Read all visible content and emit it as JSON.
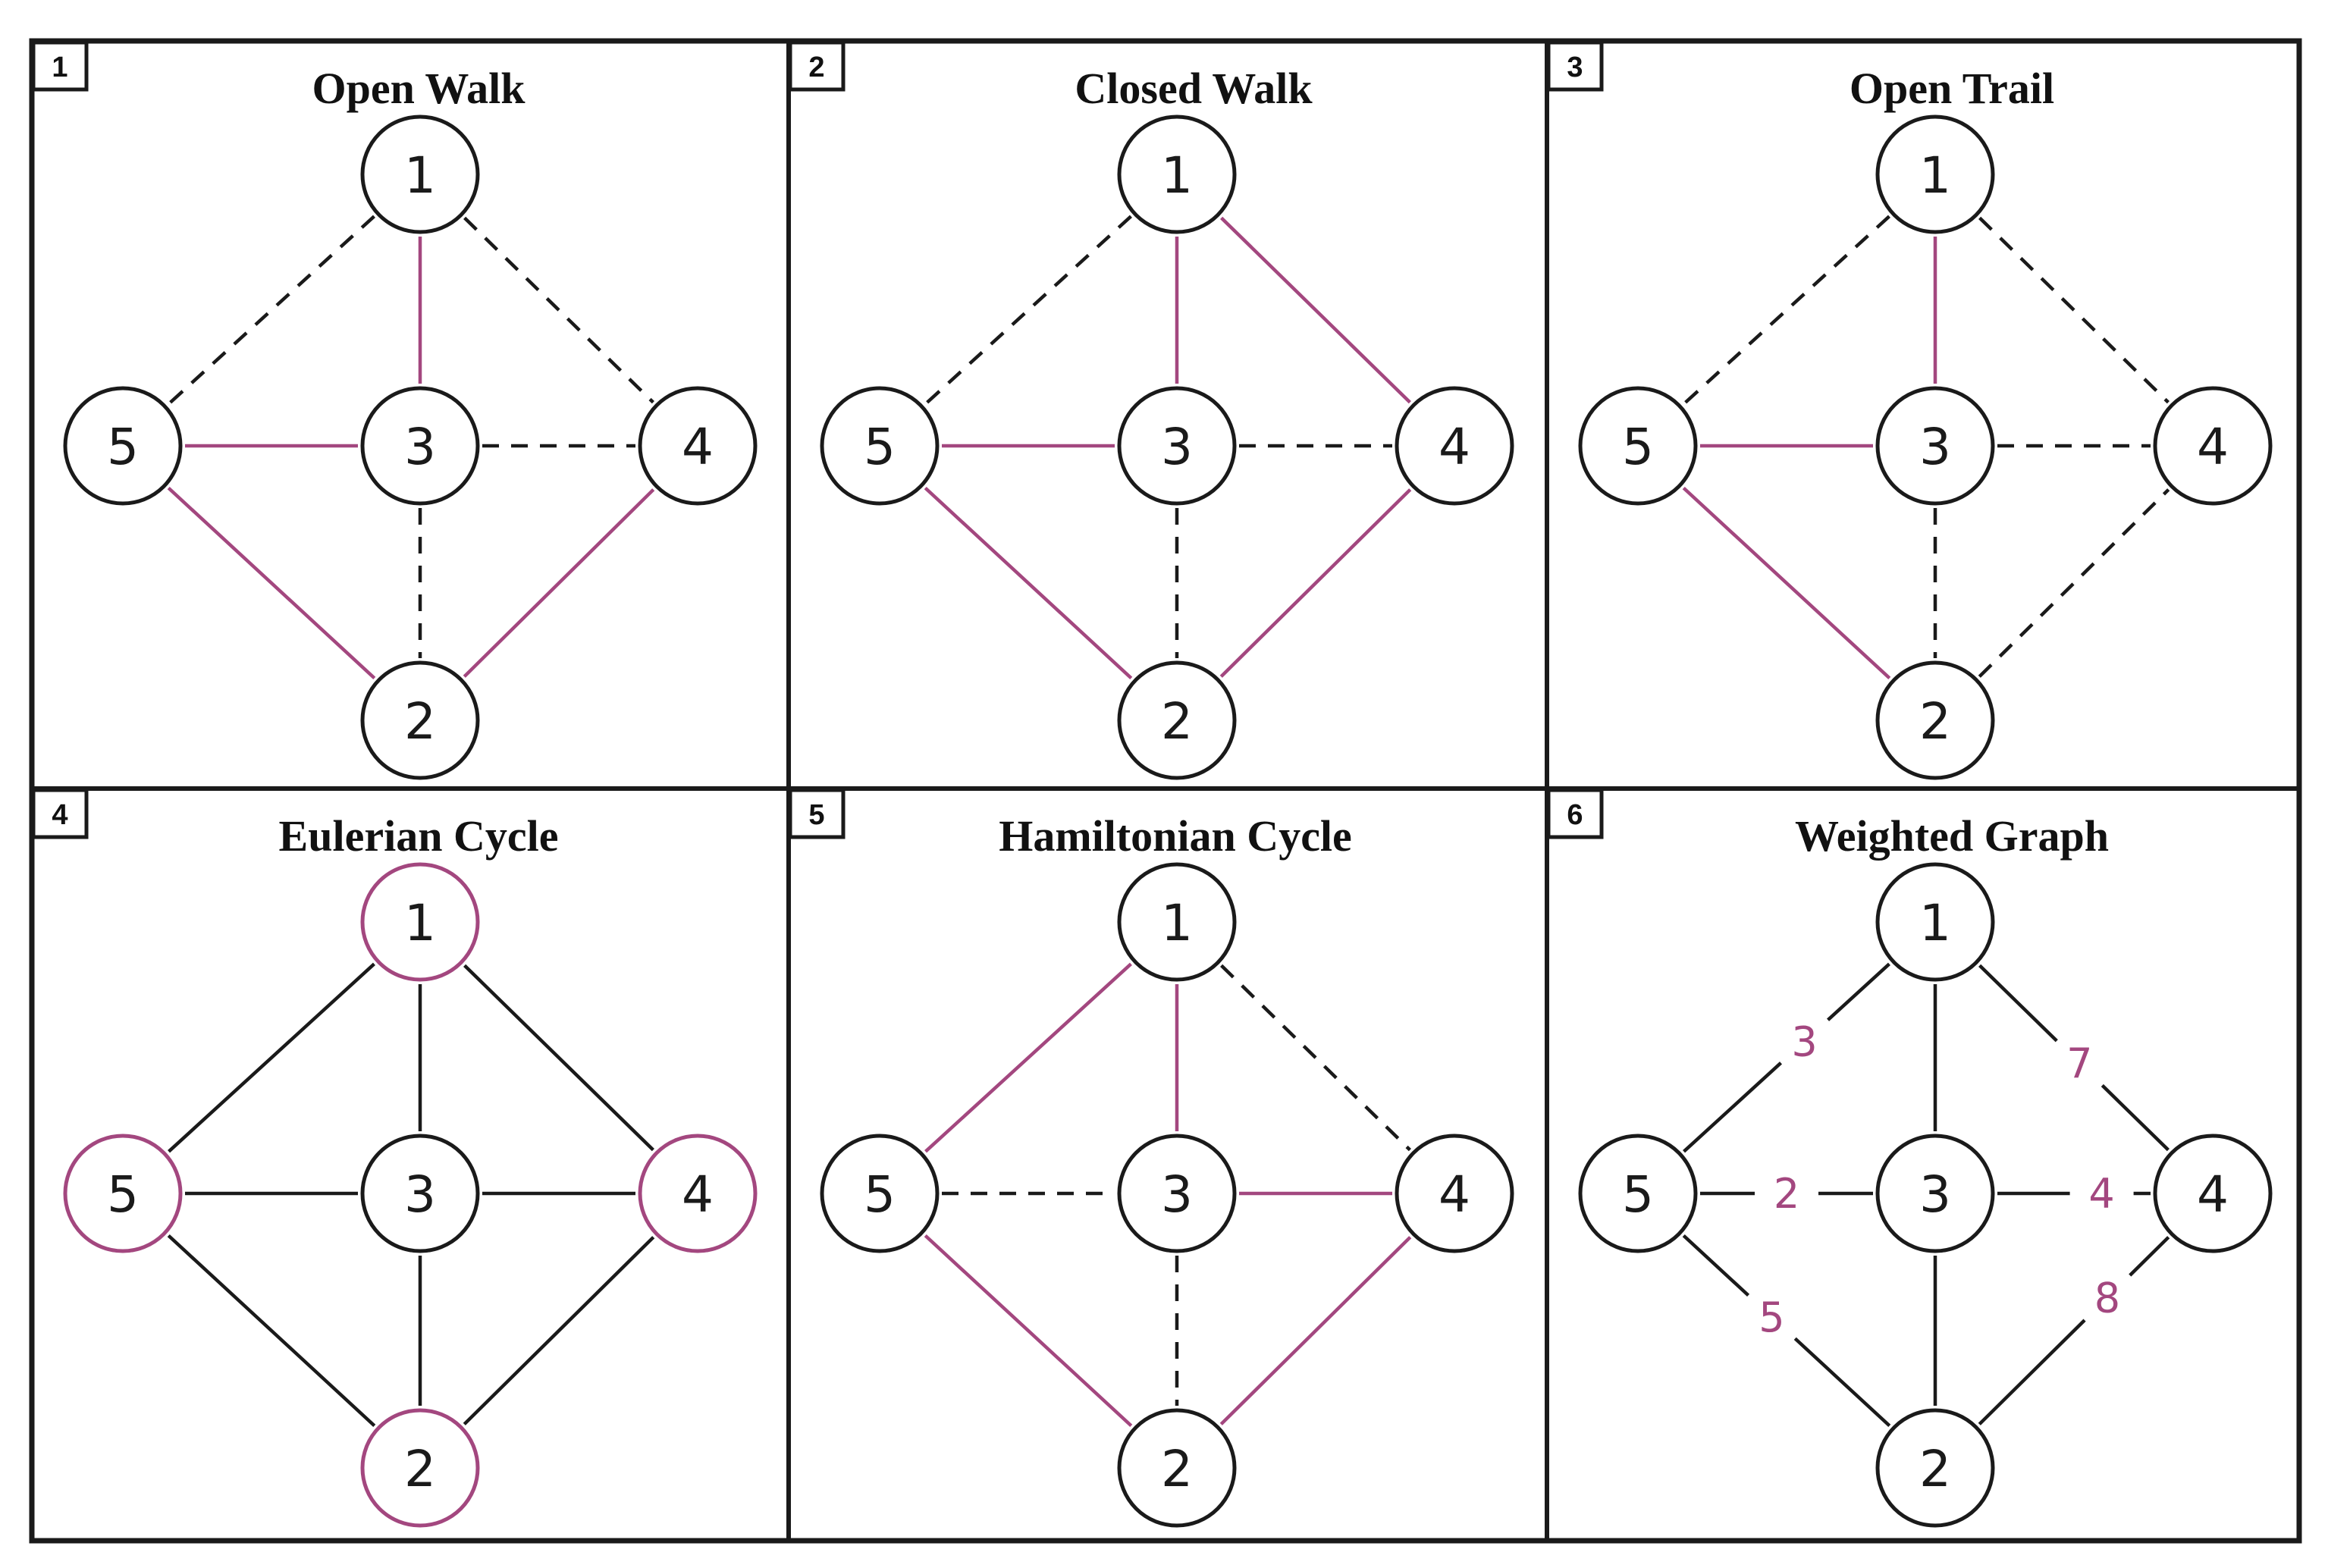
{
  "colors": {
    "highlight": "#a3477f",
    "line": "#1a1a1a",
    "border": "#1a1a1a",
    "background": "#ffffff"
  },
  "node_labels": [
    "1",
    "2",
    "3",
    "4",
    "5"
  ],
  "panels": [
    {
      "number": "1",
      "title": "Open Walk",
      "highlight_nodes": [],
      "edges": [
        {
          "from": "1",
          "to": "3",
          "style": "highlight"
        },
        {
          "from": "5",
          "to": "3",
          "style": "highlight"
        },
        {
          "from": "5",
          "to": "2",
          "style": "highlight"
        },
        {
          "from": "2",
          "to": "4",
          "style": "highlight"
        },
        {
          "from": "1",
          "to": "5",
          "style": "dashed"
        },
        {
          "from": "1",
          "to": "4",
          "style": "dashed"
        },
        {
          "from": "3",
          "to": "4",
          "style": "dashed"
        },
        {
          "from": "3",
          "to": "2",
          "style": "dashed"
        }
      ]
    },
    {
      "number": "2",
      "title": "Closed Walk",
      "highlight_nodes": [],
      "edges": [
        {
          "from": "1",
          "to": "3",
          "style": "highlight"
        },
        {
          "from": "1",
          "to": "4",
          "style": "highlight"
        },
        {
          "from": "5",
          "to": "3",
          "style": "highlight"
        },
        {
          "from": "5",
          "to": "2",
          "style": "highlight"
        },
        {
          "from": "2",
          "to": "4",
          "style": "highlight"
        },
        {
          "from": "1",
          "to": "5",
          "style": "dashed"
        },
        {
          "from": "3",
          "to": "4",
          "style": "dashed"
        },
        {
          "from": "3",
          "to": "2",
          "style": "dashed"
        }
      ]
    },
    {
      "number": "3",
      "title": "Open Trail",
      "highlight_nodes": [],
      "edges": [
        {
          "from": "1",
          "to": "3",
          "style": "highlight"
        },
        {
          "from": "5",
          "to": "3",
          "style": "highlight"
        },
        {
          "from": "5",
          "to": "2",
          "style": "highlight"
        },
        {
          "from": "1",
          "to": "5",
          "style": "dashed"
        },
        {
          "from": "1",
          "to": "4",
          "style": "dashed"
        },
        {
          "from": "3",
          "to": "4",
          "style": "dashed"
        },
        {
          "from": "3",
          "to": "2",
          "style": "dashed"
        },
        {
          "from": "2",
          "to": "4",
          "style": "dashed"
        }
      ]
    },
    {
      "number": "4",
      "title": "Eulerian Cycle",
      "highlight_nodes": [
        "1",
        "2",
        "4",
        "5"
      ],
      "edges": [
        {
          "from": "1",
          "to": "5",
          "style": "solid"
        },
        {
          "from": "1",
          "to": "4",
          "style": "solid"
        },
        {
          "from": "1",
          "to": "3",
          "style": "solid"
        },
        {
          "from": "5",
          "to": "3",
          "style": "solid"
        },
        {
          "from": "3",
          "to": "4",
          "style": "solid"
        },
        {
          "from": "3",
          "to": "2",
          "style": "solid"
        },
        {
          "from": "5",
          "to": "2",
          "style": "solid"
        },
        {
          "from": "2",
          "to": "4",
          "style": "solid"
        }
      ]
    },
    {
      "number": "5",
      "title": "Hamiltonian Cycle",
      "highlight_nodes": [],
      "edges": [
        {
          "from": "1",
          "to": "5",
          "style": "highlight"
        },
        {
          "from": "1",
          "to": "3",
          "style": "highlight"
        },
        {
          "from": "3",
          "to": "4",
          "style": "highlight"
        },
        {
          "from": "2",
          "to": "4",
          "style": "highlight"
        },
        {
          "from": "5",
          "to": "2",
          "style": "highlight"
        },
        {
          "from": "1",
          "to": "4",
          "style": "dashed"
        },
        {
          "from": "5",
          "to": "3",
          "style": "dashed"
        },
        {
          "from": "3",
          "to": "2",
          "style": "dashed"
        }
      ]
    },
    {
      "number": "6",
      "title": "Weighted Graph",
      "highlight_nodes": [],
      "edges": [
        {
          "from": "1",
          "to": "5",
          "style": "solid",
          "weight": "3"
        },
        {
          "from": "1",
          "to": "4",
          "style": "solid",
          "weight": "7"
        },
        {
          "from": "1",
          "to": "3",
          "style": "solid"
        },
        {
          "from": "5",
          "to": "3",
          "style": "solid",
          "weight": "2"
        },
        {
          "from": "3",
          "to": "4",
          "style": "solid",
          "weight": "4"
        },
        {
          "from": "3",
          "to": "2",
          "style": "solid"
        },
        {
          "from": "5",
          "to": "2",
          "style": "solid",
          "weight": "5"
        },
        {
          "from": "2",
          "to": "4",
          "style": "solid",
          "weight": "8"
        }
      ]
    }
  ]
}
